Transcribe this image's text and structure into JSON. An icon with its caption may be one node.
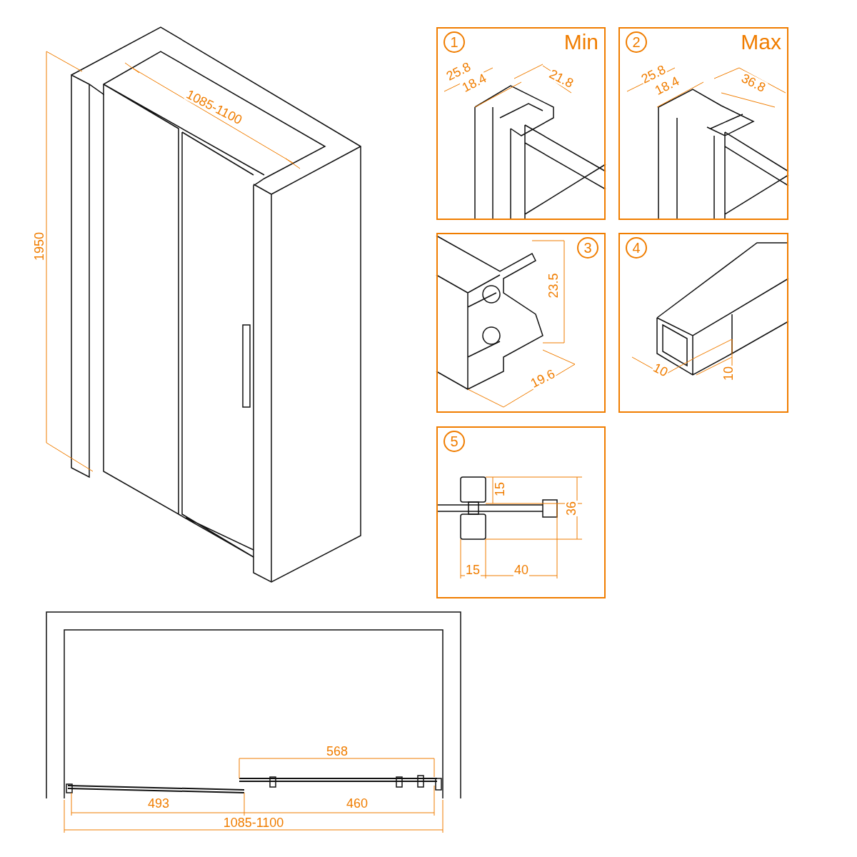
{
  "diagram": {
    "nodes": [
      {
        "text": [
          "1",
          "Min"
        ]
      },
      {
        "text": [
          "2",
          "Max"
        ]
      },
      {
        "text": [
          "3"
        ]
      },
      {
        "text": [
          "4"
        ]
      },
      {
        "text": [
          "5"
        ]
      }
    ],
    "labels": [
      "1950",
      "1085-1100",
      "25.8",
      "18.4",
      "21.8",
      "25.8",
      "18.4",
      "36.8",
      "23.5",
      "19.6",
      "10",
      "10",
      "15",
      "36",
      "15",
      "40",
      "568",
      "493",
      "460",
      "1085-1100"
    ]
  }
}
